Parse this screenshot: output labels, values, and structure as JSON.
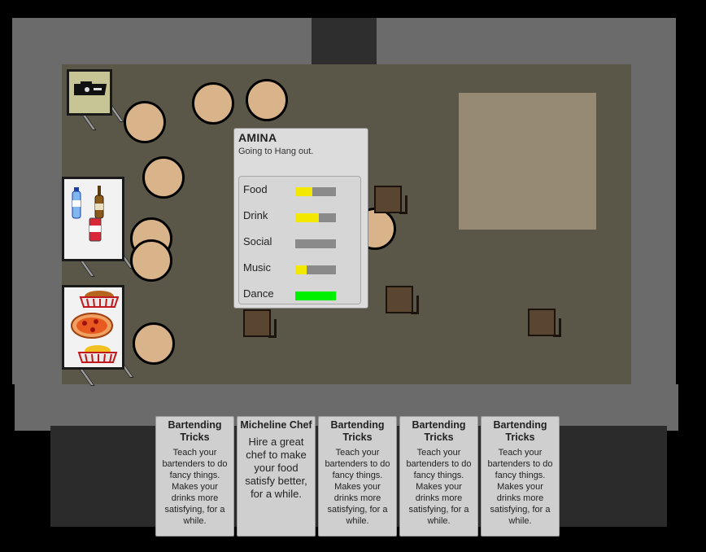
{
  "customer": {
    "name": "AMINA",
    "status": "Going to Hang out.",
    "needs": [
      {
        "label": "Food",
        "level": 0.42,
        "color": "#f2e800"
      },
      {
        "label": "Drink",
        "level": 0.58,
        "color": "#f2e800"
      },
      {
        "label": "Social",
        "level": 0.0,
        "color": "#f2e800"
      },
      {
        "label": "Music",
        "level": 0.28,
        "color": "#f2e800"
      },
      {
        "label": "Dance",
        "level": 1.0,
        "color": "#00f000"
      }
    ]
  },
  "upgrade_cards": [
    {
      "title": "Bartending Tricks",
      "description": "Teach your bartenders to do fancy things. Makes your drinks more satisfying, for a while."
    },
    {
      "title": "Micheline Chef",
      "description": "Hire a great chef to make your food satisfy better, for a while."
    },
    {
      "title": "Bartending Tricks",
      "description": "Teach your bartenders to do fancy things. Makes your drinks more satisfying, for a while."
    },
    {
      "title": "Bartending Tricks",
      "description": "Teach your bartenders to do fancy things. Makes your drinks more satisfying, for a while."
    },
    {
      "title": "Bartending Tricks",
      "description": "Teach your bartenders to do fancy things. Makes your drinks more satisfying, for a while."
    }
  ],
  "icons": {
    "stereo": "stereo-icon",
    "water_bottle": "water-bottle-icon",
    "beer_bottle": "beer-bottle-icon",
    "soda_can": "soda-can-icon",
    "chicken_basket": "chicken-basket-icon",
    "pizza": "pizza-icon",
    "fries_basket": "fries-basket-icon"
  },
  "colors": {
    "wall": "#6b6b6b",
    "floor": "#5a5748",
    "dance_floor": "#968a74",
    "table": "#d9b38a",
    "stool": "#5a4530",
    "panel": "#dcdcdc"
  }
}
